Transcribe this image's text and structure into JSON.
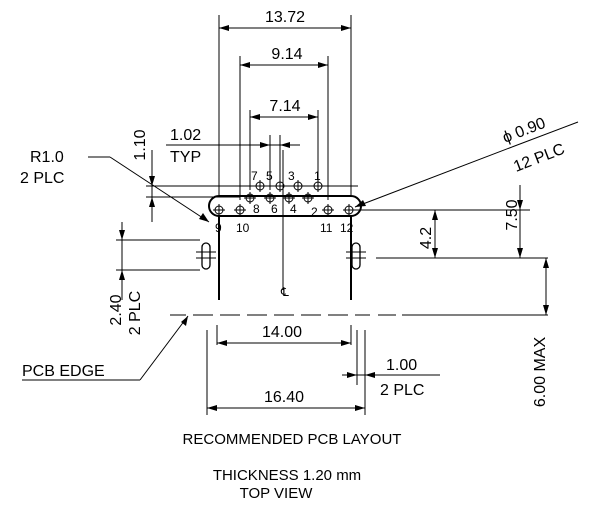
{
  "dimensions": {
    "d_13_72": "13.72",
    "d_9_14": "9.14",
    "d_7_14": "7.14",
    "d_1_02": "1.02",
    "typ": "TYP",
    "d_1_10": "1.10",
    "radius": "R1.0",
    "radius_qty": "2 PLC",
    "hole_dia": "ϕ 0.90",
    "hole_qty": "12 PLC",
    "d_7_50": "7.50",
    "d_4_2": "4.2",
    "d_2_40": "2.40",
    "d_2_40_qty": "2 PLC",
    "d_14_00": "14.00",
    "d_1_00": "1.00",
    "d_1_00_qty": "2 PLC",
    "d_16_40": "16.40",
    "d_6_00": "6.00 MAX",
    "centerline": "℄"
  },
  "pins": [
    "1",
    "2",
    "3",
    "4",
    "5",
    "6",
    "7",
    "8",
    "9",
    "10",
    "11",
    "12"
  ],
  "labels": {
    "pcb_edge": "PCB EDGE"
  },
  "captions": {
    "title": "RECOMMENDED PCB LAYOUT",
    "thickness": "THICKNESS 1.20 mm",
    "view": "TOP VIEW"
  }
}
